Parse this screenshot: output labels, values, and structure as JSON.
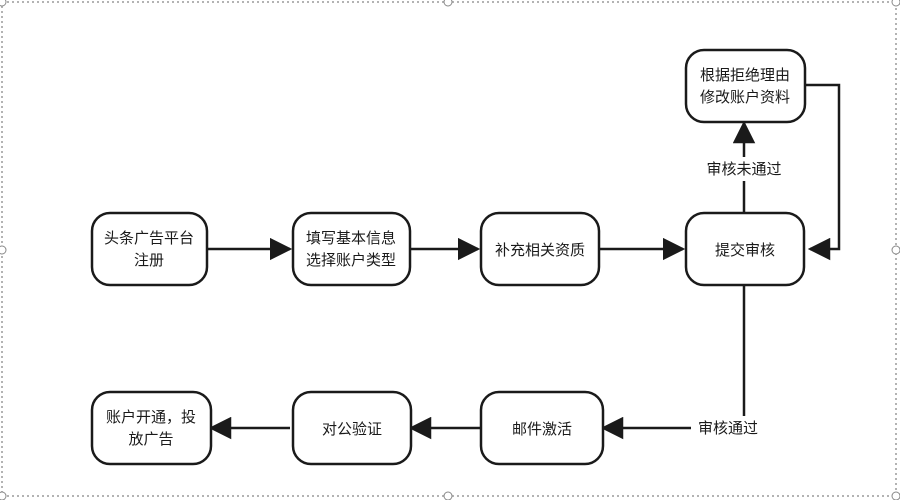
{
  "nodes": {
    "register": {
      "lines": [
        "头条广告平台",
        "注册"
      ]
    },
    "fill_info": {
      "lines": [
        "填写基本信息",
        "选择账户类型"
      ]
    },
    "supplement": {
      "lines": [
        "补充相关资质"
      ]
    },
    "submit": {
      "lines": [
        "提交审核"
      ]
    },
    "modify": {
      "lines": [
        "根据拒绝理由",
        "修改账户资料"
      ]
    },
    "email": {
      "lines": [
        "邮件激活"
      ]
    },
    "verify": {
      "lines": [
        "对公验证"
      ]
    },
    "open": {
      "lines": [
        "账户开通，投",
        "放广告"
      ]
    }
  },
  "edges": {
    "not_passed": "审核未通过",
    "passed": "审核通过"
  },
  "colors": {
    "stroke": "#1a1a1a",
    "fill": "#ffffff",
    "frame": "#9a9a9a",
    "handle": "#ffffff"
  }
}
